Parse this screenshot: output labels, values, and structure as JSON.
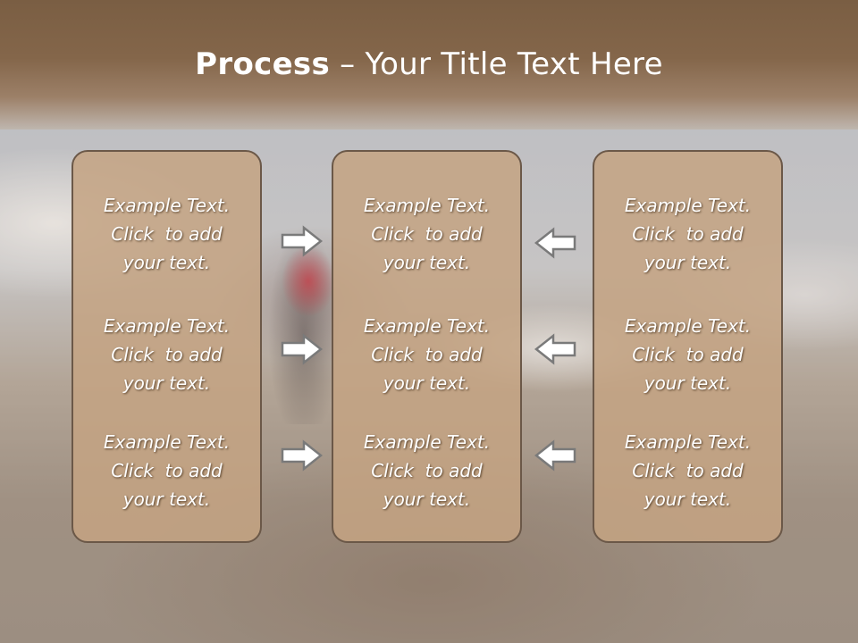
{
  "slide": {
    "title_bold": "Process",
    "title_rest": " – Your Title Text Here"
  },
  "panels": [
    {
      "items": [
        {
          "line1": "Example Text.",
          "line2": "Click  to add",
          "line3": "your text."
        },
        {
          "line1": "Example Text.",
          "line2": "Click  to add",
          "line3": "your text."
        },
        {
          "line1": "Example Text.",
          "line2": "Click  to add",
          "line3": "your text."
        }
      ]
    },
    {
      "items": [
        {
          "line1": "Example Text.",
          "line2": "Click  to add",
          "line3": "your text."
        },
        {
          "line1": "Example Text.",
          "line2": "Click  to add",
          "line3": "your text."
        },
        {
          "line1": "Example Text.",
          "line2": "Click  to add",
          "line3": "your text."
        }
      ]
    },
    {
      "items": [
        {
          "line1": "Example Text.",
          "line2": "Click  to add",
          "line3": "your text."
        },
        {
          "line1": "Example Text.",
          "line2": "Click  to add",
          "line3": "your text."
        },
        {
          "line1": "Example Text.",
          "line2": "Click  to add",
          "line3": "your text."
        }
      ]
    }
  ],
  "arrows": {
    "left_column": [
      "arrow-right-icon",
      "arrow-right-icon",
      "arrow-right-icon"
    ],
    "right_column": [
      "arrow-left-icon",
      "arrow-left-icon",
      "arrow-left-icon"
    ]
  },
  "colors": {
    "title_bar": "#7a5e43",
    "panel_fill": "#c4a383",
    "panel_border": "#6b5848",
    "text": "#ffffff"
  }
}
